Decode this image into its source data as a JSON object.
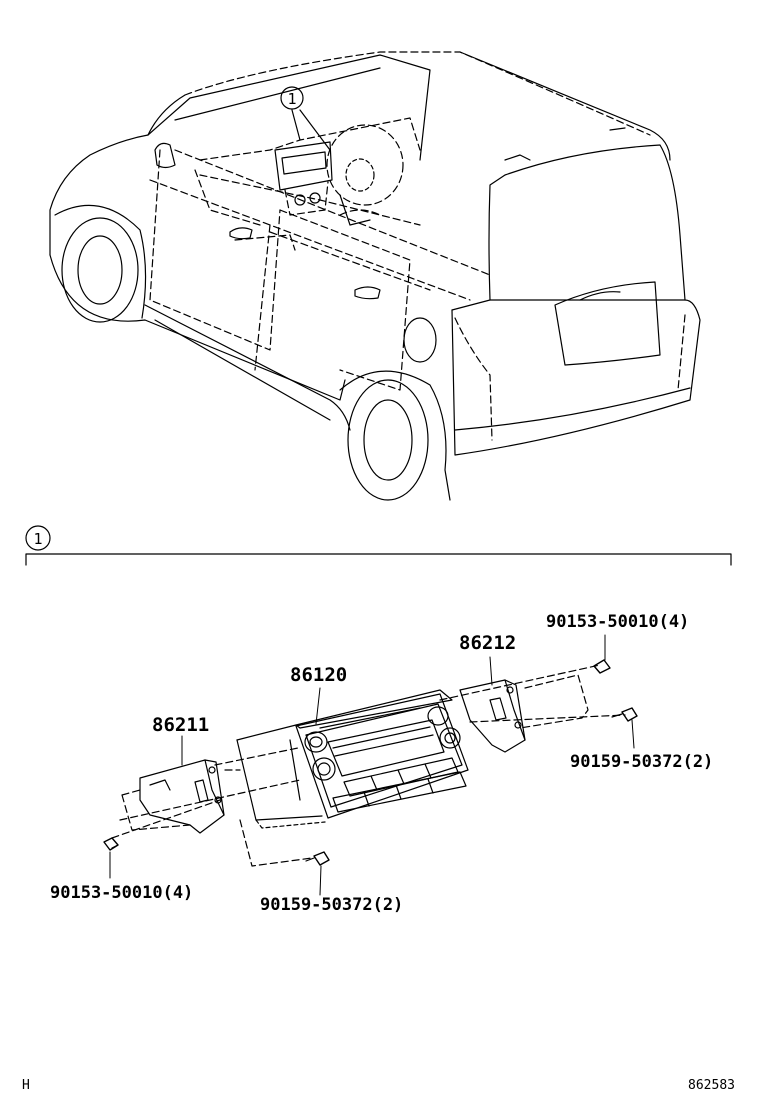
{
  "callout": {
    "number": "1"
  },
  "parts": {
    "audio_unit": "86120",
    "bracket_right": "86212",
    "bracket_left": "86211",
    "bolt_top_right": "90153-50010(4)",
    "screw_right": "90159-50372(2)",
    "bolt_bottom_left": "90153-50010(4)",
    "screw_bottom": "90159-50372(2)"
  },
  "footer": {
    "left_code": "H",
    "drawing_number": "862583"
  }
}
